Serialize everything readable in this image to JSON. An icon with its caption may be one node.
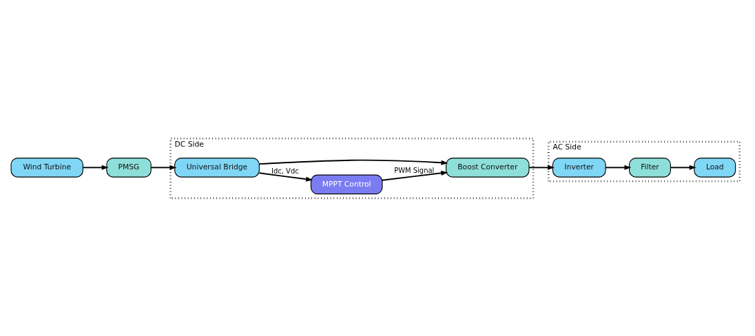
{
  "diagram": {
    "nodes": [
      {
        "text": [
          "Wind Turbine"
        ]
      },
      {
        "text": [
          "PMSG"
        ]
      },
      {
        "text": [
          "DC Side"
        ]
      },
      {
        "text": [
          "MPPT Control"
        ],
        "in": 2
      },
      {
        "text": [
          "Universal Bridge"
        ],
        "in": 2
      },
      {
        "text": [
          "Boost Converter"
        ],
        "in": 2
      },
      {
        "text": [
          "AC Side"
        ]
      },
      {
        "text": [
          "Load"
        ],
        "in": 6
      },
      {
        "text": [
          "Filter"
        ],
        "in": 6
      },
      {
        "text": [
          "Inverter"
        ],
        "in": 6
      }
    ],
    "edges": [
      {
        "from": 0,
        "to": 1,
        "arrow": "to"
      },
      {
        "from": 1,
        "to": 4,
        "arrow": "to"
      },
      {
        "from": 4,
        "to": 3,
        "arrow": "to",
        "label": "Idc, Vdc"
      },
      {
        "from": 4,
        "to": 5,
        "arrow": "to"
      },
      {
        "from": 3,
        "to": 5,
        "arrow": "to",
        "label": "PWM Signal"
      },
      {
        "from": 5,
        "to": 9,
        "arrow": "to"
      },
      {
        "from": 9,
        "to": 8,
        "arrow": "to"
      },
      {
        "from": 8,
        "to": 7,
        "arrow": "to"
      }
    ]
  }
}
